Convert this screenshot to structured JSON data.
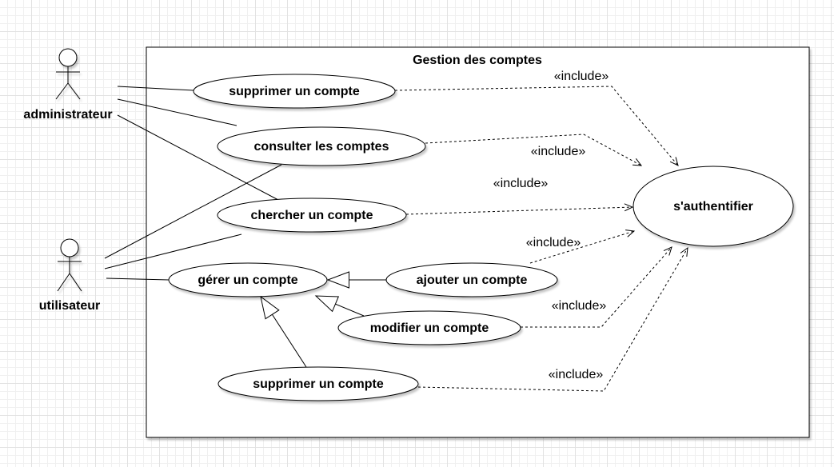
{
  "diagram": {
    "system": {
      "title": "Gestion des comptes"
    },
    "actors": [
      {
        "name": "administrateur"
      },
      {
        "name": "utilisateur"
      }
    ],
    "use_cases": [
      {
        "label": "supprimer un compte"
      },
      {
        "label": "consulter les comptes"
      },
      {
        "label": "chercher un compte"
      },
      {
        "label": "gérer un compte"
      },
      {
        "label": "ajouter un compte"
      },
      {
        "label": "modifier un compte"
      },
      {
        "label": "supprimer un compte"
      },
      {
        "label": "s'authentifier"
      }
    ],
    "include_edges": [
      {
        "label": "«include»"
      },
      {
        "label": "«include»"
      },
      {
        "label": "«include»"
      },
      {
        "label": "«include»"
      },
      {
        "label": "«include»"
      },
      {
        "label": "«include»"
      }
    ]
  },
  "colors": {
    "canvas_background": "#ffffff",
    "grid_minor": "#f0f0f0",
    "grid_major": "#e2e2e2",
    "stroke": "#000000",
    "shape_fill": "#ffffff",
    "text": "#000000"
  }
}
